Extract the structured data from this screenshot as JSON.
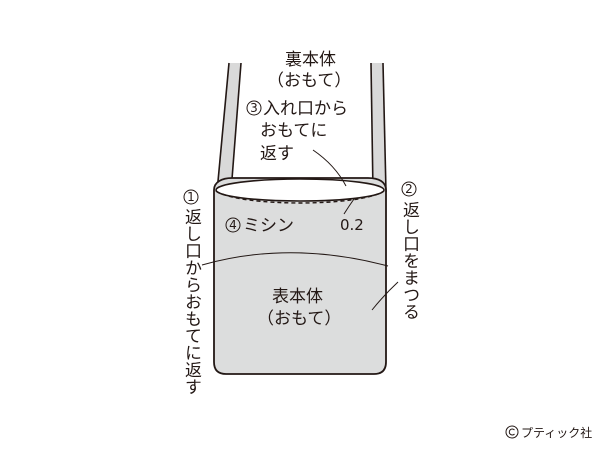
{
  "labels": {
    "lining": {
      "line1": "裏本体",
      "line2": "（おもて）"
    },
    "step3": {
      "number": "3",
      "line1": "入れ口から",
      "line2": "おもてに",
      "line3": "返す"
    },
    "step2": {
      "number": "2",
      "text": "返し口をまつる"
    },
    "step1": {
      "number": "1",
      "text": "返し口からおもてに返す"
    },
    "step4": {
      "number": "4",
      "text": "ミシン"
    },
    "seam_allowance": "0.2",
    "outer": {
      "line1": "表本体",
      "line2": "（おもて）"
    }
  },
  "credit": {
    "text": "プティック社"
  },
  "colors": {
    "ink": "#231815",
    "bag_fill": "#dcdddd",
    "strap_fill": "#d9d9d9",
    "background": "#ffffff"
  }
}
